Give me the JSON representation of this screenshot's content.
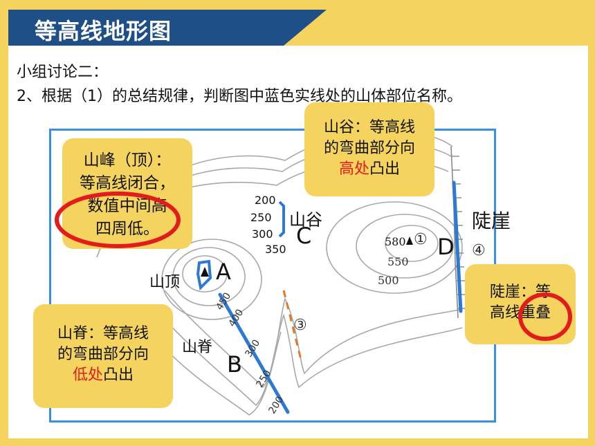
{
  "header": {
    "title": "等高线地形图"
  },
  "intro": {
    "line1": "小组讨论二：",
    "line2": "2、根据（1）的总结规律，判断图中蓝色实线处的山体部位名称。"
  },
  "notes": {
    "peak": {
      "line1": "山峰（顶）：",
      "line2": "等高线闭合，",
      "line3": "数值中间高",
      "line4": "四周低。"
    },
    "valley": {
      "line1": "山谷：等高线",
      "line2": "的弯曲部分向",
      "highlight": "高处",
      "tail": "凸出"
    },
    "ridge": {
      "line1": "山脊：等高线",
      "line2": "的弯曲部分向",
      "highlight": "低处",
      "tail": "凸出"
    },
    "cliff": {
      "line1": "陡崖：等",
      "line2a": "高线",
      "line2b": "重叠"
    }
  },
  "map": {
    "labels": {
      "summit": "山顶",
      "A": "A",
      "ridge": "山脊",
      "B": "B",
      "valley": "山谷",
      "C": "C",
      "cliff": "陡崖",
      "D": "D"
    },
    "elevations": {
      "e200": "200",
      "e250": "250",
      "e300": "300",
      "e350": "350",
      "e580": "580",
      "e550": "550",
      "e500": "500",
      "r450": "450",
      "r400": "400",
      "r300": "300",
      "r250": "250",
      "r200": "200"
    },
    "markers": {
      "m1": "①",
      "m3": "③",
      "m4": "④"
    },
    "colors": {
      "blue_line": "#2f7ad1",
      "red_ring": "#e21c1c",
      "orange_dash": "#e07a2a"
    }
  }
}
